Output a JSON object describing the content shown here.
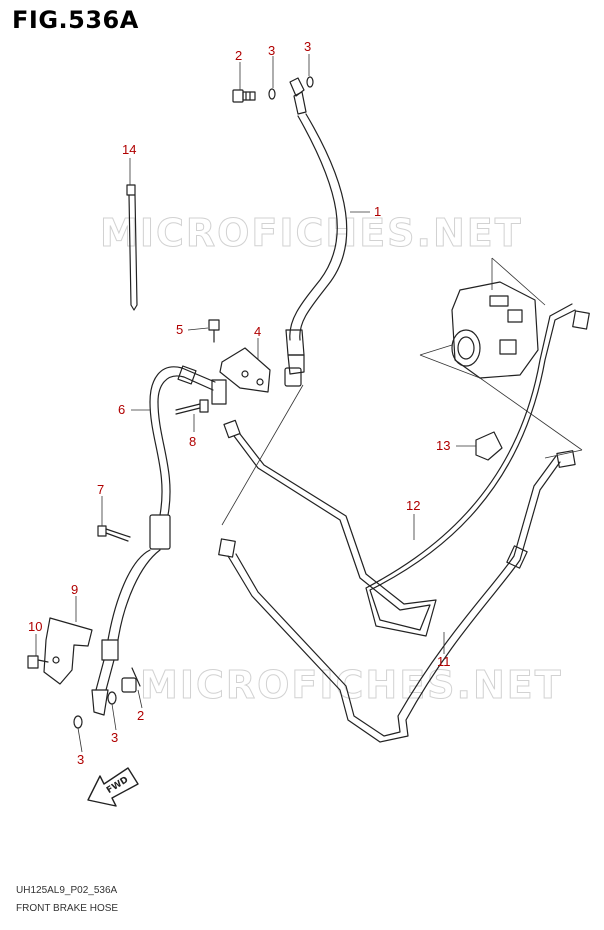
{
  "figure": {
    "title": "FIG.536A",
    "code": "UH125AL9_P02_536A",
    "caption": "FRONT BRAKE HOSE",
    "watermark": "MICROFICHES.NET"
  },
  "callouts": [
    {
      "id": "c-2-top",
      "label": "2"
    },
    {
      "id": "c-3-top-a",
      "label": "3"
    },
    {
      "id": "c-3-top-b",
      "label": "3"
    },
    {
      "id": "c-14",
      "label": "14"
    },
    {
      "id": "c-1",
      "label": "1"
    },
    {
      "id": "c-5",
      "label": "5"
    },
    {
      "id": "c-4",
      "label": "4"
    },
    {
      "id": "c-6",
      "label": "6"
    },
    {
      "id": "c-8",
      "label": "8"
    },
    {
      "id": "c-13",
      "label": "13"
    },
    {
      "id": "c-7",
      "label": "7"
    },
    {
      "id": "c-12",
      "label": "12"
    },
    {
      "id": "c-9",
      "label": "9"
    },
    {
      "id": "c-10",
      "label": "10"
    },
    {
      "id": "c-11",
      "label": "11"
    },
    {
      "id": "c-2-bottom",
      "label": "2"
    },
    {
      "id": "c-3-bottom-a",
      "label": "3"
    },
    {
      "id": "c-3-bottom-b",
      "label": "3"
    }
  ],
  "fwd_label": "FWD",
  "colors": {
    "callout": "#b00000",
    "line": "#222222",
    "watermark": "#d2d2d2"
  }
}
